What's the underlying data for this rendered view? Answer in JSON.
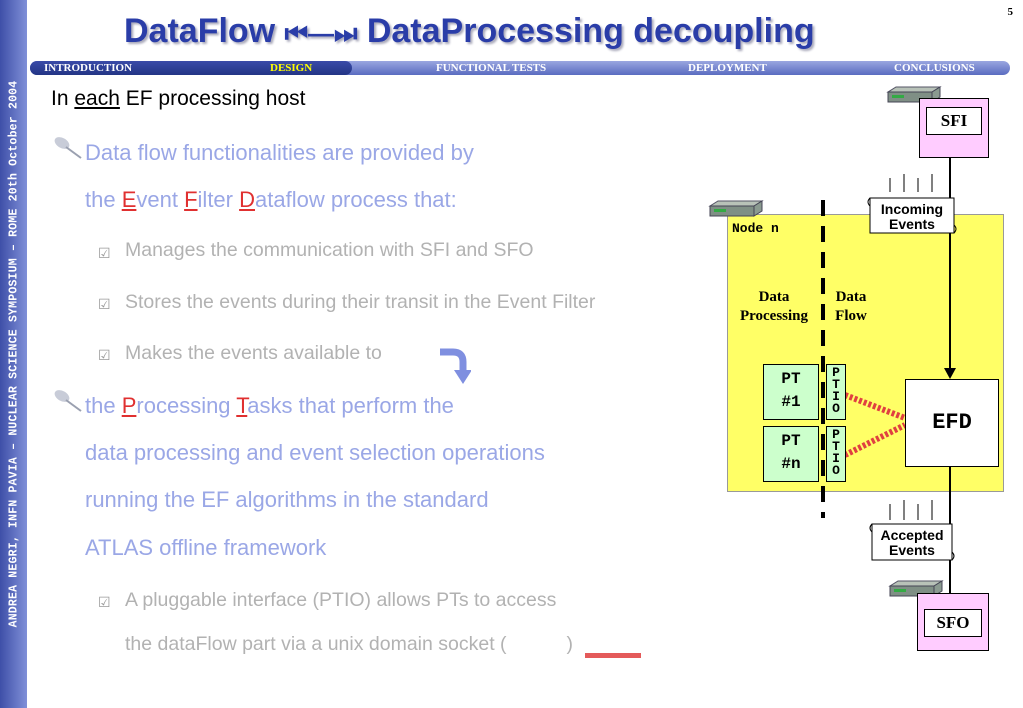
{
  "sidebar": {
    "text": "ANDREA NEGRI, INFN PAVIA – NUCLEAR SCIENCE SYMPOSIUM – ROME 20th October 2004"
  },
  "page_number": "5",
  "title": {
    "part1": "DataFlow",
    "arrow": "⏮—⏭",
    "part2": "DataProcessing decoupling"
  },
  "nav": [
    "INTRODUCTION",
    "DESIGN",
    "FUNCTIONAL TESTS",
    "DEPLOYMENT",
    "CONCLUSIONS"
  ],
  "content": {
    "lead_prefix": "In ",
    "lead_underlined": "each",
    "lead_suffix": " EF processing host",
    "b1_line1": "Data flow functionalities are provided by",
    "b1_line2_pre": "the ",
    "b1_E": "E",
    "b1_vent": "vent ",
    "b1_F": "F",
    "b1_ilter": "ilter ",
    "b1_D": "D",
    "b1_rest": "ataflow process that:",
    "sub1": "Manages the communication with SFI and SFO",
    "sub2": "Stores the events during their transit in the Event Filter",
    "sub3": "Makes the events available to",
    "b2_pre": "the ",
    "b2_P": "P",
    "b2_rocessing": "rocessing ",
    "b2_T": "T",
    "b2_rest": "asks that perform the",
    "b2_line2": "data processing and event selection operations",
    "b2_line3": "running the EF algorithms in the standard",
    "b2_line4": "ATLAS offline framework",
    "sub4_line1": "A pluggable interface (PTIO) allows PTs to access",
    "sub4_line2_pre": "the dataFlow part via a unix domain socket (",
    "sub4_line2_post": ")"
  },
  "diagram": {
    "sfi": "SFI",
    "sfo": "SFO",
    "node": "Node n",
    "incoming": [
      "Incoming",
      "Events"
    ],
    "accepted": [
      "Accepted",
      "Events"
    ],
    "data_processing": [
      "Data",
      "Processing"
    ],
    "data_flow": [
      "Data",
      "Flow"
    ],
    "pt1": [
      "PT",
      "#1"
    ],
    "ptn": [
      "PT",
      "#n"
    ],
    "ptio": [
      "P",
      "T",
      "I",
      "O"
    ],
    "efd": "EFD"
  },
  "colors": {
    "title": "#2a3da8",
    "bullet": "#9aa7e6",
    "sub": "#b2b2b2",
    "accent_red": "#e03030",
    "node_bg": "#ffff66",
    "box_pink": "#ffccff",
    "pt_green": "#ccffcc"
  }
}
